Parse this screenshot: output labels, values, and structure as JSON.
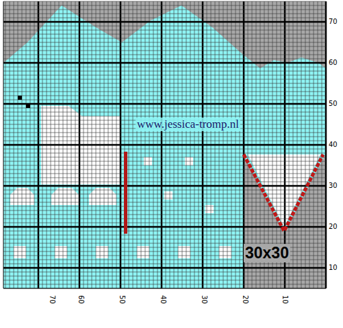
{
  "diagram": {
    "labels": [
      "www.jessica-tromp.nl",
      "30x30",
      "70",
      "60",
      "50",
      "40",
      "30",
      "20",
      "10",
      "70",
      "60",
      "50",
      "40",
      "30",
      "20",
      "10"
    ]
  }
}
